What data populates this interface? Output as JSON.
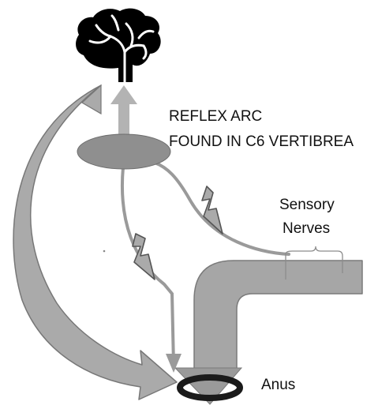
{
  "diagram": {
    "title_line1": "REFLEX ARC",
    "title_line2": "FOUND IN C6 VERTIBREA",
    "sensory_line1": "Sensory",
    "sensory_line2": "Nerves",
    "anus_label": "Anus",
    "icons": [
      "brain-icon",
      "lightning-bolt-icon",
      "lightning-bolt-icon"
    ],
    "colors": {
      "brain": "#000000",
      "ganglion": "#8f8f8f",
      "large_arrow": "#a8a8a8",
      "pipe": "#a6a6a6",
      "nerve": "#9a9a9a",
      "anus_ring": "#1a1a1a"
    }
  }
}
